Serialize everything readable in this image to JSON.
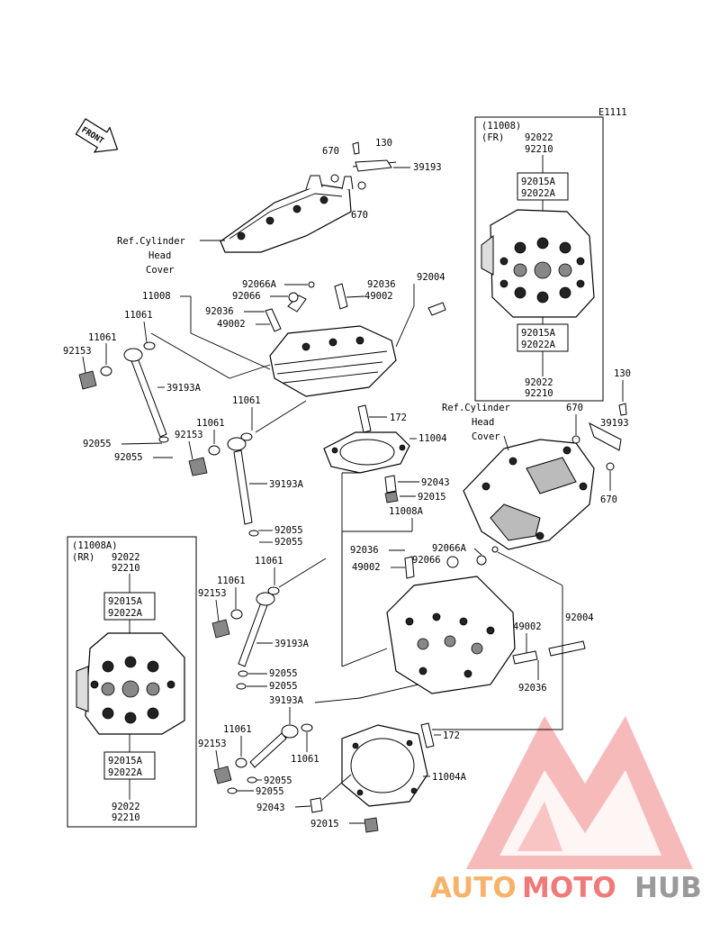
{
  "diagram_code": "E1111",
  "front_label": "FRONT",
  "labels": {
    "p670a": "670",
    "p130a": "130",
    "p39193a": "39193",
    "p670b": "670",
    "ref_cover_a": [
      "Ref.Cylinder",
      "Head",
      "Cover"
    ],
    "p11008": "11008",
    "p92066A_a": "92066A",
    "p92066_a": "92066",
    "p92036_a": "92036",
    "p49002_a": "49002",
    "p92036_b": "92036",
    "p49002_b": "49002",
    "p92004_a": "92004",
    "p11061_a": "11061",
    "p11061_b": "11061",
    "p92153_a": "92153",
    "p39193A_a": "39193A",
    "p11061_c": "11061",
    "p11061_d": "11061",
    "p172_a": "172",
    "p92153_b": "92153",
    "p11004": "11004",
    "p92055_a": "92055",
    "p92055_b": "92055",
    "p39193A_b": "39193A",
    "p92043_a": "92043",
    "p92015_a": "92015",
    "p92055_c": "92055",
    "p92055_d": "92055",
    "p11008A": "11008A",
    "ref_cover_b": [
      "Ref.Cylinder",
      "Head",
      "Cover"
    ],
    "p670c": "670",
    "p130b": "130",
    "p39193b": "39193",
    "p670d": "670",
    "p92036_c": "92036",
    "p92066A_b": "92066A",
    "p49002_c": "49002",
    "p92066_b": "92066",
    "p92004_b": "92004",
    "p11061_e": "11061",
    "p92153_c": "92153",
    "p11061_f": "11061",
    "p39193A_c": "39193A",
    "p49002_d": "49002",
    "p92036_d": "92036",
    "p92055_e": "92055",
    "p92055_f": "92055",
    "p39193A_d": "39193A",
    "p11061_g": "11061",
    "p172_b": "172",
    "p92153_d": "92153",
    "p11061_h": "11061",
    "p92055_g": "92055",
    "p92055_h": "92055",
    "p11004A": "11004A",
    "p92043_b": "92043",
    "p92015_b": "92015"
  },
  "inset_fr": {
    "header": [
      "(11008)",
      "(FR)"
    ],
    "top_codes": [
      "92022",
      "92210"
    ],
    "upper_codes": [
      "92015A",
      "92022A"
    ],
    "lower_codes": [
      "92015A",
      "92022A"
    ],
    "bottom_codes": [
      "92022",
      "92210"
    ]
  },
  "inset_rr": {
    "header": [
      "(11008A)",
      "(RR)"
    ],
    "header_codes": [
      "92022",
      "92210"
    ],
    "upper_codes": [
      "92015A",
      "92022A"
    ],
    "lower_codes": [
      "92015A",
      "92022A"
    ],
    "bottom_codes": [
      "92022",
      "92210"
    ]
  },
  "watermark": {
    "word_a": "AUTO",
    "word_b": "MOTO",
    "word_c": "HUB",
    "color_orange": "#f7b36b",
    "color_red": "#f05c5c",
    "color_gray": "#9a9a9a"
  }
}
